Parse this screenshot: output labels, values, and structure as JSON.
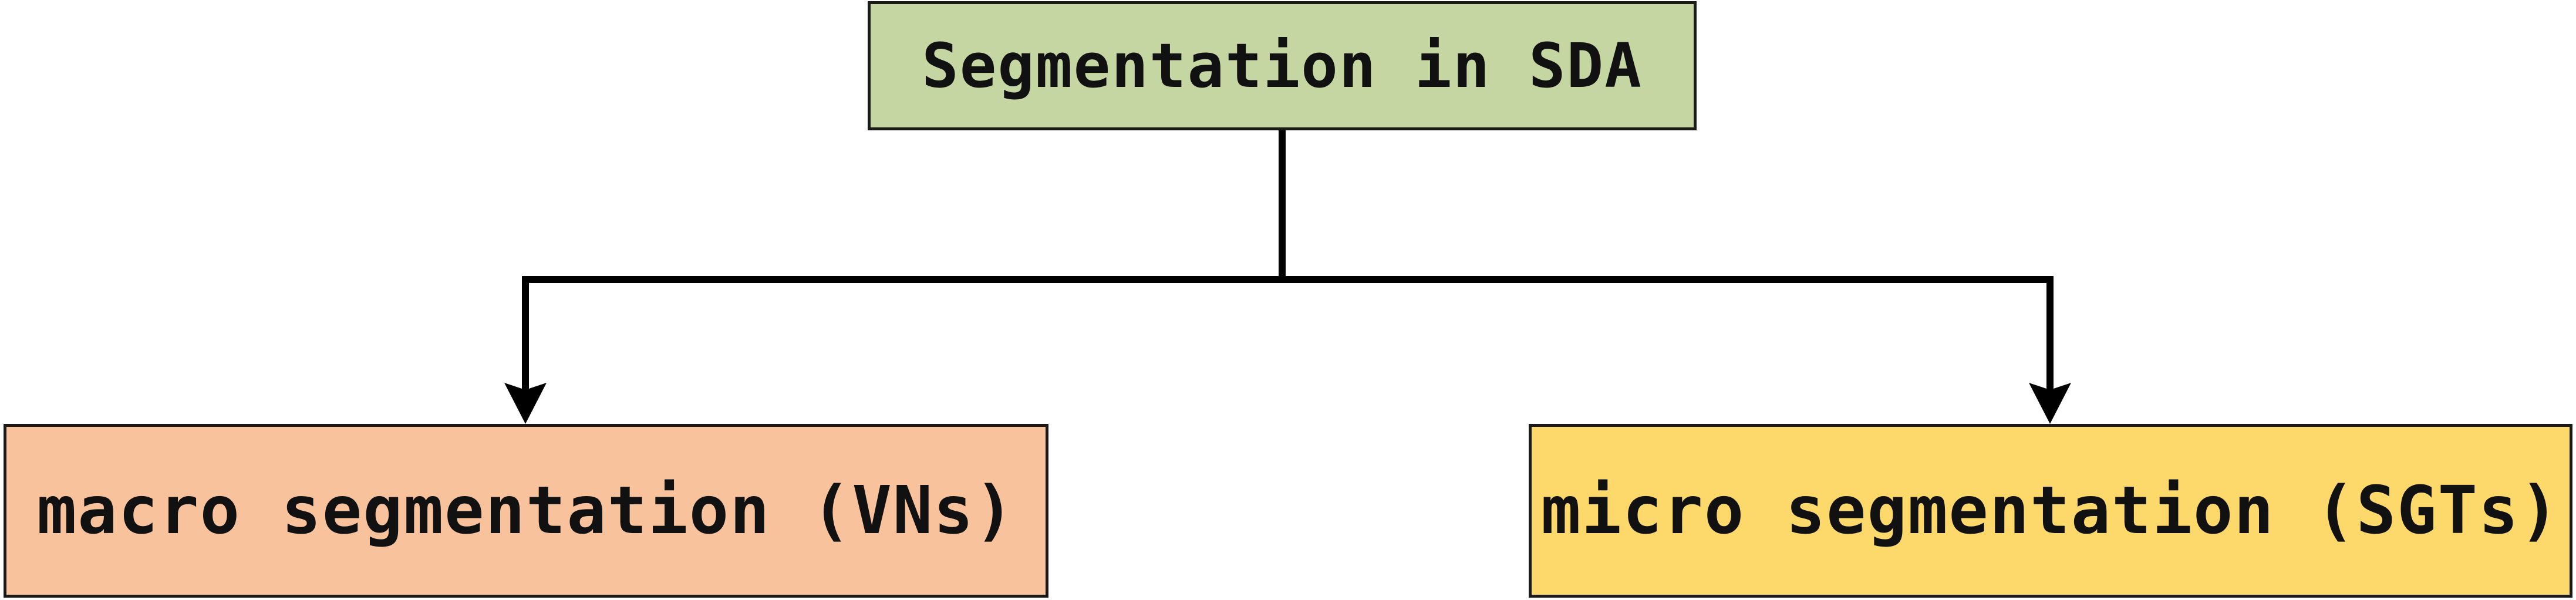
{
  "diagram": {
    "root": {
      "label": "Segmentation in SDA",
      "color": "#c5d6a2"
    },
    "children": [
      {
        "id": "left",
        "label": "macro segmentation (VNs)",
        "color": "#f8c39c"
      },
      {
        "id": "right",
        "label": "micro segmentation (SGTs)",
        "color": "#fdd86a"
      }
    ],
    "connector_color": "#000000"
  }
}
